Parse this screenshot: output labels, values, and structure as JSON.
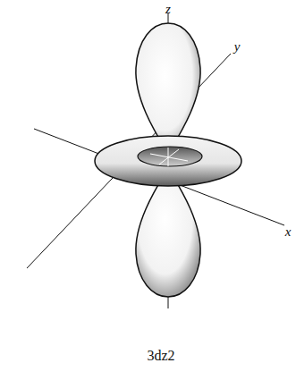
{
  "diagram": {
    "caption": "3dz2",
    "labels": [
      "z",
      "y",
      "x"
    ]
  }
}
